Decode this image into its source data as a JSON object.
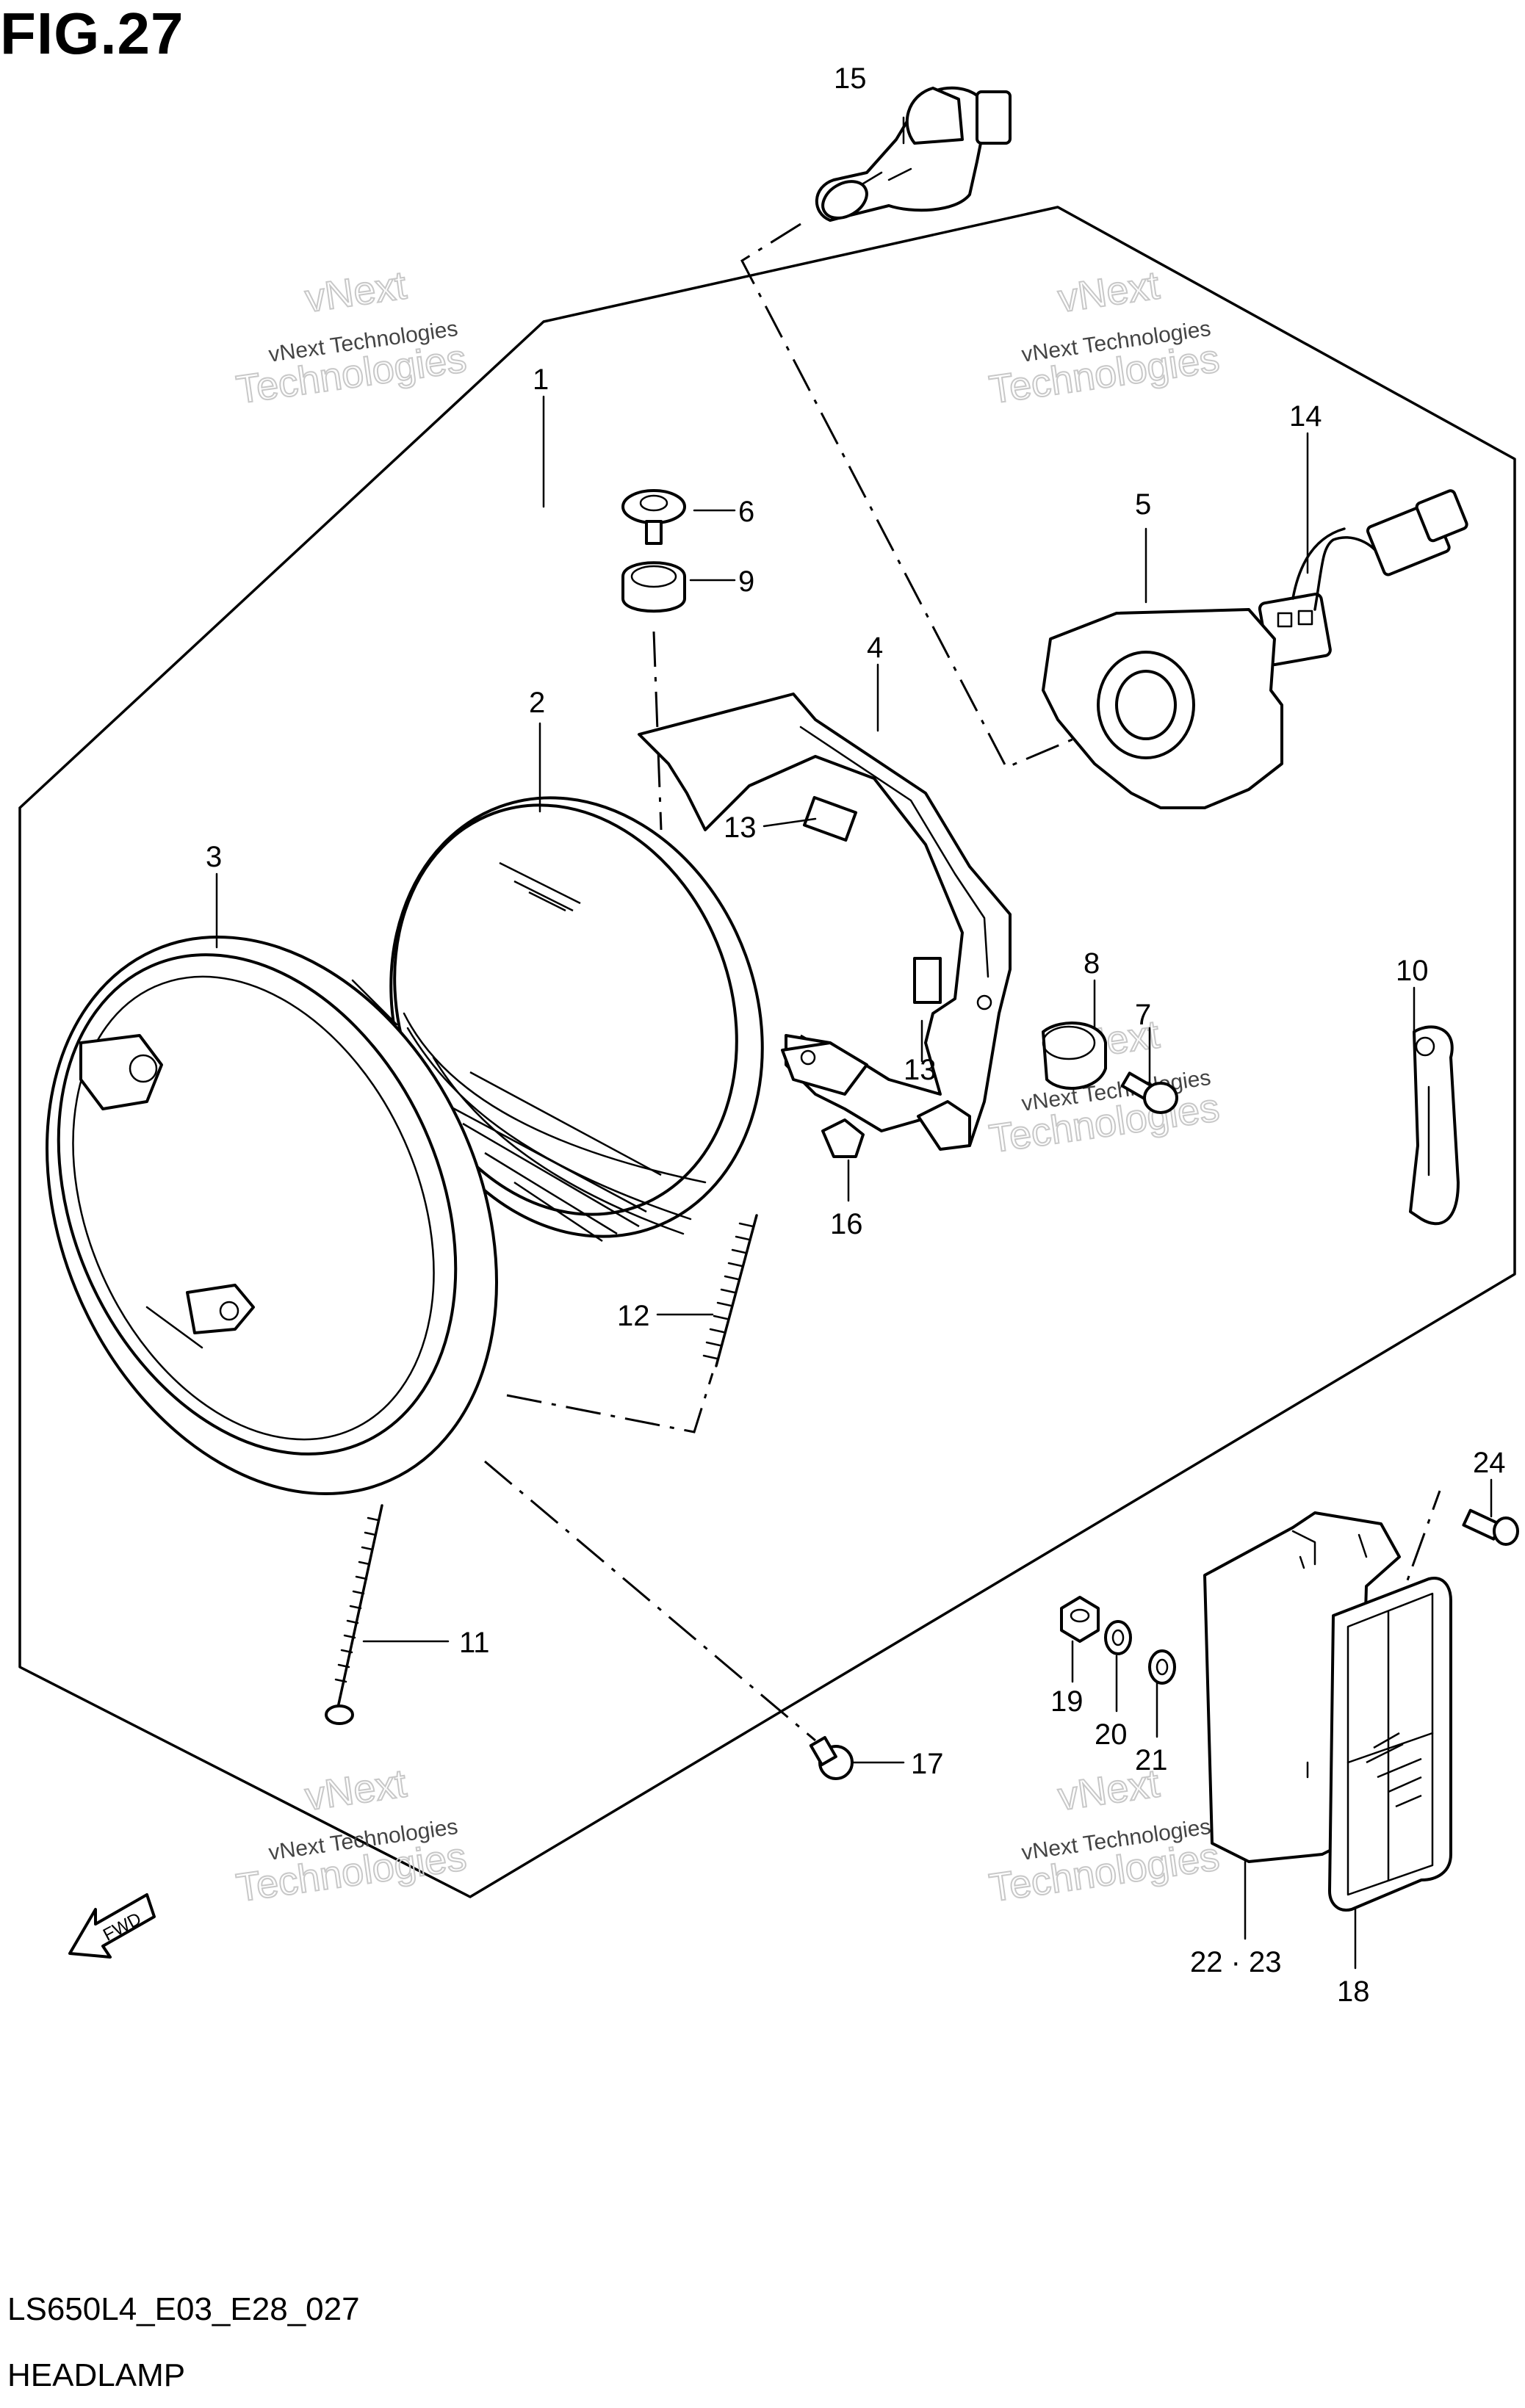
{
  "figure": {
    "title": "FIG.27",
    "code": "LS650L4_E03_E28_027",
    "name": "HEADLAMP"
  },
  "callouts": [
    "1",
    "2",
    "3",
    "4",
    "5",
    "6",
    "7",
    "8",
    "9",
    "10",
    "11",
    "12",
    "13",
    "13",
    "14",
    "15",
    "16",
    "17",
    "18",
    "19",
    "20",
    "21",
    "22 · 23",
    "24"
  ],
  "watermark": {
    "line1": "vNext Technologies",
    "line2": "vNext",
    "line3": "Technologies"
  },
  "fwd_label": "FWD"
}
